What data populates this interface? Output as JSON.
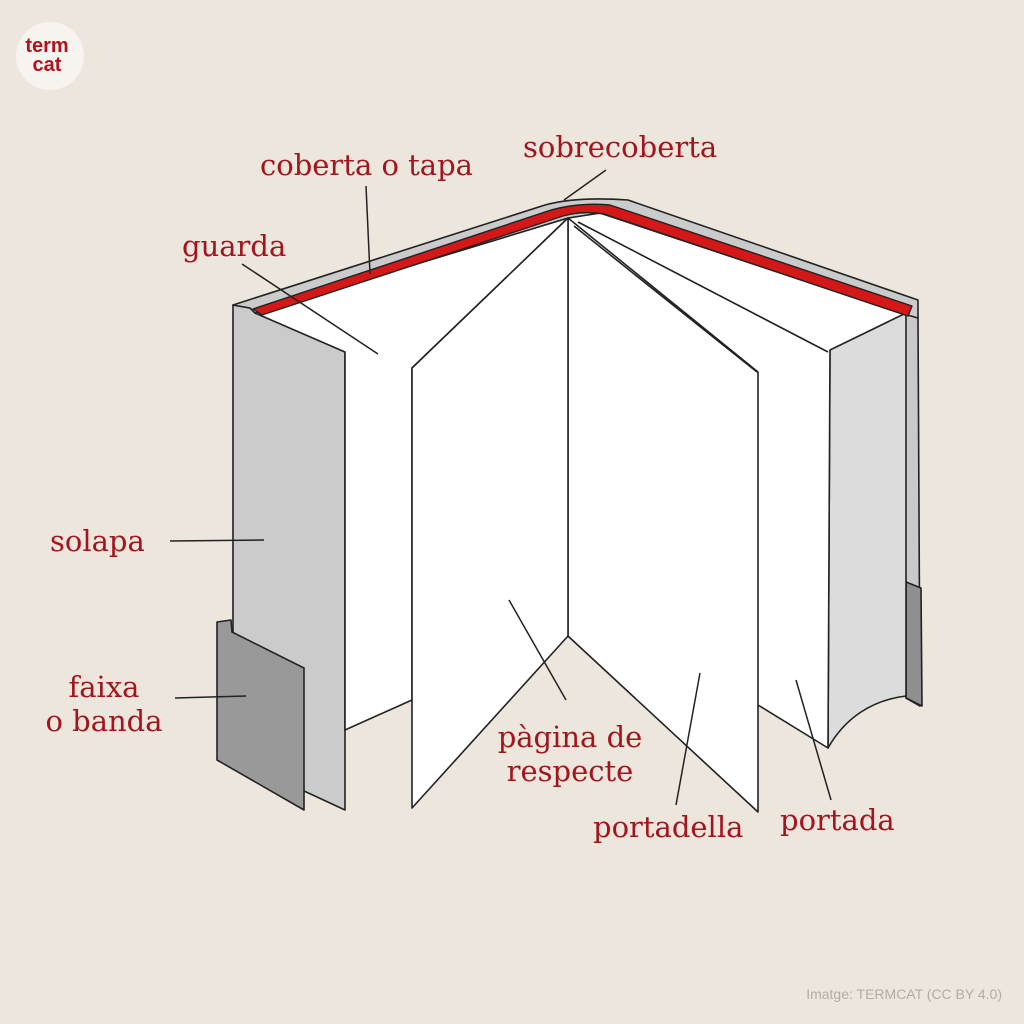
{
  "logo": {
    "line1": "term",
    "line2": "cat"
  },
  "labels": {
    "sobrecoberta": "sobrecoberta",
    "coberta": "coberta o tapa",
    "guarda": "guarda",
    "solapa": "solapa",
    "faixa_1": "faixa",
    "faixa_2": "o banda",
    "pagina_1": "pàgina de",
    "pagina_2": "respecte",
    "portadella": "portadella",
    "portada": "portada"
  },
  "credit": "Imatge: TERMCAT (CC BY 4.0)",
  "colors": {
    "background": "#ede6dd",
    "label": "#a3141d",
    "cover_red": "#d41818",
    "jacket_gray": "#c9c9c9",
    "band_gray": "#999999"
  }
}
